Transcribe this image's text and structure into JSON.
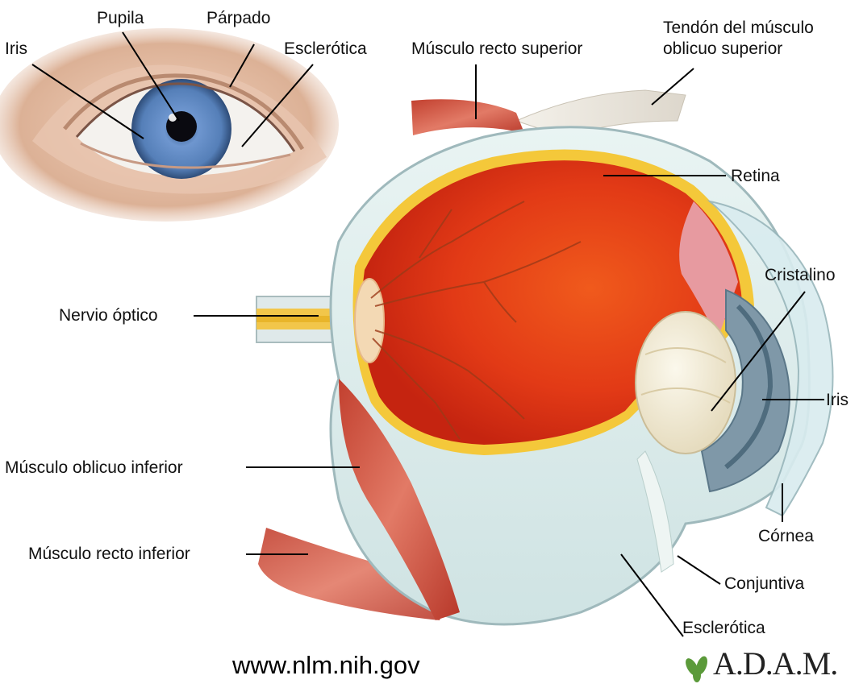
{
  "labels": {
    "pupila": "Pupila",
    "parpado": "Párpado",
    "iris_ext": "Iris",
    "esclerotica_ext": "Esclerótica",
    "recto_superior": "Músculo recto superior",
    "tendon_oblicuo": "Tendón del músculo\noblicuo superior",
    "retina": "Retina",
    "cristalino": "Cristalino",
    "nervio_optico": "Nervio óptico",
    "iris": "Iris",
    "oblicuo_inferior": "Músculo oblicuo inferior",
    "cornea": "Córnea",
    "recto_inferior": "Músculo recto inferior",
    "conjuntiva": "Conjuntiva",
    "esclerotica": "Esclerótica"
  },
  "footer": {
    "url": "www.nlm.nih.gov",
    "logo": "A.D.A.M."
  },
  "colors": {
    "iris_blue": "#5f8ac4",
    "retina_red": "#e0401c",
    "muscle_red": "#cf5a4a",
    "sclera": "#dfeeee"
  }
}
